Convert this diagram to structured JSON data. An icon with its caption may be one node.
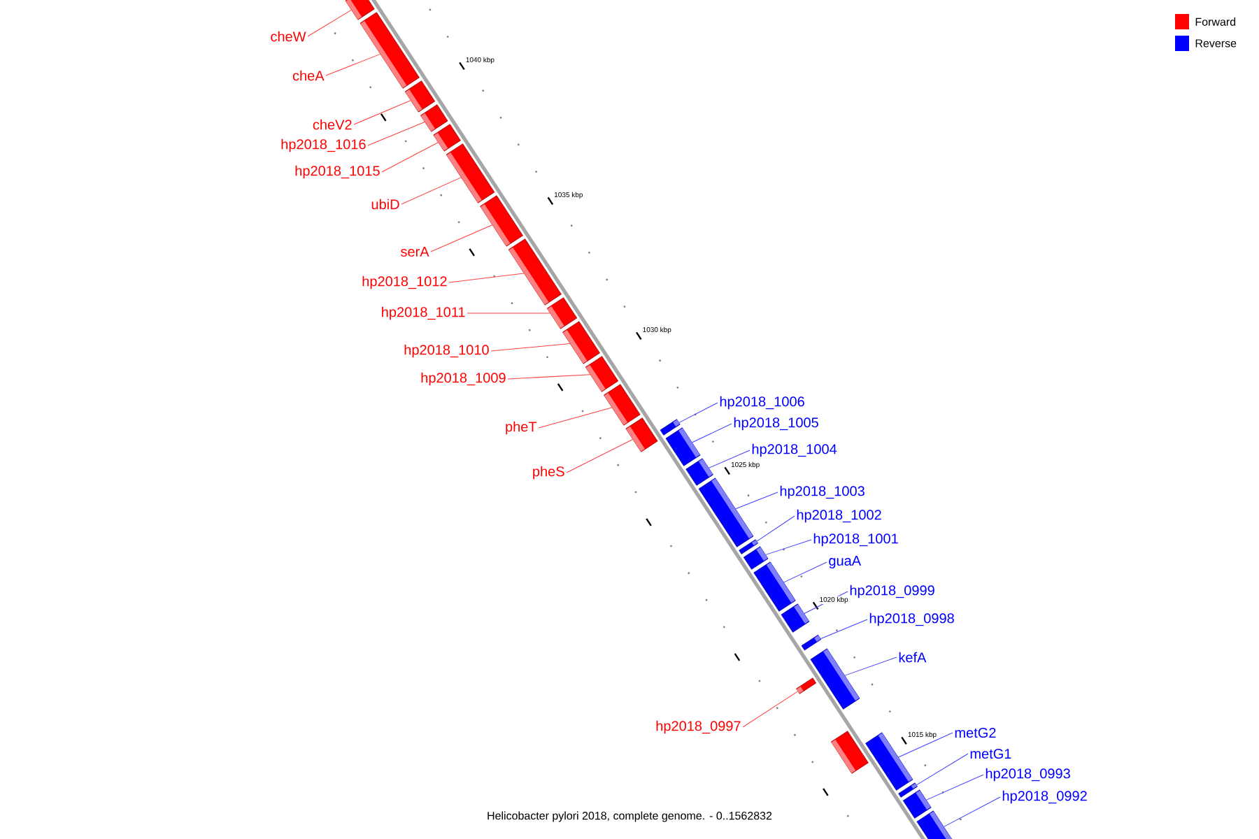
{
  "diagram": {
    "caption": "Helicobacter pylori 2018, complete genome. - 0..1562832",
    "nodes": [
      {
        "text": [
          "cheW"
        ]
      },
      {
        "text": [],
        "shape": "bar"
      },
      {
        "text": [
          "cheA"
        ]
      },
      {
        "text": [],
        "shape": "bar"
      },
      {
        "text": [
          "cheV2"
        ]
      },
      {
        "text": [],
        "shape": "bar"
      },
      {
        "text": [
          "hp2018_1016"
        ]
      },
      {
        "text": [],
        "shape": "bar"
      },
      {
        "text": [
          "hp2018_1015"
        ]
      },
      {
        "text": [],
        "shape": "bar"
      },
      {
        "text": [
          "ubiD"
        ]
      },
      {
        "text": [],
        "shape": "bar"
      },
      {
        "text": [
          "serA"
        ]
      },
      {
        "text": [],
        "shape": "bar"
      },
      {
        "text": [
          "hp2018_1012"
        ]
      },
      {
        "text": [],
        "shape": "bar"
      },
      {
        "text": [
          "hp2018_1011"
        ]
      },
      {
        "text": [],
        "shape": "bar"
      },
      {
        "text": [
          "hp2018_1010"
        ]
      },
      {
        "text": [],
        "shape": "bar"
      },
      {
        "text": [
          "hp2018_1009"
        ]
      },
      {
        "text": [],
        "shape": "bar"
      },
      {
        "text": [
          "pheT"
        ]
      },
      {
        "text": [],
        "shape": "bar"
      },
      {
        "text": [
          "pheS"
        ]
      },
      {
        "text": [],
        "shape": "bar"
      },
      {
        "text": [
          "hp2018_1006"
        ]
      },
      {
        "text": [],
        "shape": "bar"
      },
      {
        "text": [
          "hp2018_1005"
        ]
      },
      {
        "text": [],
        "shape": "bar"
      },
      {
        "text": [
          "hp2018_1004"
        ]
      },
      {
        "text": [],
        "shape": "bar"
      },
      {
        "text": [
          "hp2018_1003"
        ]
      },
      {
        "text": [],
        "shape": "bar"
      },
      {
        "text": [
          "hp2018_1002"
        ]
      },
      {
        "text": [],
        "shape": "bar"
      },
      {
        "text": [
          "hp2018_1001"
        ]
      },
      {
        "text": [],
        "shape": "bar"
      },
      {
        "text": [
          "guaA"
        ]
      },
      {
        "text": [],
        "shape": "bar"
      },
      {
        "text": [
          "hp2018_0999"
        ]
      },
      {
        "text": [],
        "shape": "bar"
      },
      {
        "text": [
          "hp2018_0998"
        ]
      },
      {
        "text": [],
        "shape": "bar"
      },
      {
        "text": [
          "hp2018_0997"
        ]
      },
      {
        "text": [],
        "shape": "bar"
      },
      {
        "text": [
          "kefA"
        ]
      },
      {
        "text": [],
        "shape": "bar"
      },
      {
        "text": [],
        "shape": "bar"
      },
      {
        "text": [
          "metG2"
        ]
      },
      {
        "text": [],
        "shape": "bar"
      },
      {
        "text": [
          "metG1"
        ]
      },
      {
        "text": [],
        "shape": "bar"
      },
      {
        "text": [
          "hp2018_0993"
        ]
      },
      {
        "text": [],
        "shape": "bar"
      },
      {
        "text": [
          "hp2018_0992"
        ]
      },
      {
        "text": [],
        "shape": "bar"
      }
    ],
    "edges": [
      {
        "from": 0,
        "to": 1,
        "arrow": "none",
        "color": "#ff4040"
      },
      {
        "from": 2,
        "to": 3,
        "arrow": "none",
        "color": "#ff4040"
      },
      {
        "from": 4,
        "to": 5,
        "arrow": "none",
        "color": "#ff4040"
      },
      {
        "from": 6,
        "to": 7,
        "arrow": "none",
        "color": "#ff4040"
      },
      {
        "from": 8,
        "to": 9,
        "arrow": "none",
        "color": "#ff4040"
      },
      {
        "from": 10,
        "to": 11,
        "arrow": "none",
        "color": "#ff4040"
      },
      {
        "from": 12,
        "to": 13,
        "arrow": "none",
        "color": "#ff4040"
      },
      {
        "from": 14,
        "to": 15,
        "arrow": "none",
        "color": "#ff4040"
      },
      {
        "from": 16,
        "to": 17,
        "arrow": "none",
        "color": "#ff4040"
      },
      {
        "from": 18,
        "to": 19,
        "arrow": "none",
        "color": "#ff4040"
      },
      {
        "from": 20,
        "to": 21,
        "arrow": "none",
        "color": "#ff4040"
      },
      {
        "from": 22,
        "to": 23,
        "arrow": "none",
        "color": "#ff4040"
      },
      {
        "from": 24,
        "to": 25,
        "arrow": "none",
        "color": "#ff4040"
      },
      {
        "from": 26,
        "to": 27,
        "arrow": "none",
        "color": "#4040ff"
      },
      {
        "from": 28,
        "to": 29,
        "arrow": "none",
        "color": "#4040ff"
      },
      {
        "from": 30,
        "to": 31,
        "arrow": "none",
        "color": "#4040ff"
      },
      {
        "from": 32,
        "to": 33,
        "arrow": "none",
        "color": "#4040ff"
      },
      {
        "from": 34,
        "to": 35,
        "arrow": "none",
        "color": "#4040ff"
      },
      {
        "from": 36,
        "to": 37,
        "arrow": "none",
        "color": "#4040ff"
      },
      {
        "from": 38,
        "to": 39,
        "arrow": "none",
        "color": "#4040ff"
      },
      {
        "from": 40,
        "to": 41,
        "arrow": "none",
        "color": "#4040ff"
      },
      {
        "from": 42,
        "to": 43,
        "arrow": "none",
        "color": "#4040ff"
      },
      {
        "from": 44,
        "to": 45,
        "arrow": "none",
        "color": "#ff4040"
      },
      {
        "from": 46,
        "to": 47,
        "arrow": "none",
        "color": "#4040ff"
      },
      {
        "from": 49,
        "to": 50,
        "arrow": "none",
        "color": "#4040ff"
      },
      {
        "from": 51,
        "to": 52,
        "arrow": "none",
        "color": "#4040ff"
      },
      {
        "from": 53,
        "to": 54,
        "arrow": "none",
        "color": "#4040ff"
      },
      {
        "from": 55,
        "to": 56,
        "arrow": "none",
        "color": "#4040ff"
      }
    ],
    "labels": [
      "1040 kbp",
      "1035 kbp",
      "1030 kbp",
      "1025 kbp",
      "1020 kbp",
      "1015 kbp"
    ],
    "legend": [
      {
        "text": "Forward",
        "color": "#ff0000"
      },
      {
        "text": "Reverse",
        "color": "#0000ff"
      }
    ]
  }
}
